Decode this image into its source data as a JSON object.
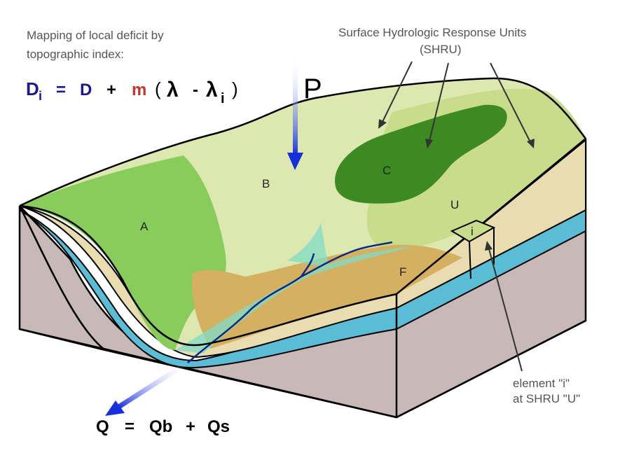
{
  "caption_left": {
    "line1": "Mapping of local deficit by",
    "line2": "topographic index:"
  },
  "caption_right": {
    "line1": "Surface Hydrologic Response Units",
    "line2": "(SHRU)"
  },
  "equation_top": {
    "D": "D",
    "sub_i": "i",
    "eq": "=",
    "D2": "D",
    "plus": "+",
    "m": "m",
    "open_paren": "(",
    "lambda1": "λ",
    "minus": "-",
    "lambda2": "λ",
    "sub_i2": "i",
    "close_paren": ")"
  },
  "precip_label": "P",
  "region_labels": {
    "A": "A",
    "B": "B",
    "C": "C",
    "U": "U",
    "F": "F",
    "i": "i"
  },
  "element_caption": {
    "line1": "element \"i\"",
    "line2": "at SHRU \"U\""
  },
  "equation_bottom": {
    "Q": "Q",
    "eq": "=",
    "Qb": "Qb",
    "plus": "+",
    "Qs": "Qs"
  },
  "colors": {
    "equation_blue": "#1a1a8c",
    "equation_red": "#c0392b",
    "arrow_blue": "#1530d8",
    "soil_brown": "#c8b8b8",
    "aquifer_blue": "#5bbcd6",
    "sand": "#e8dcb0",
    "zone_a": "#88cc5c",
    "zone_b": "#dde8b0",
    "zone_c": "#3e8a22",
    "zone_u": "#c8dc8c",
    "zone_f": "#d4b060",
    "riparian": "#80dcc8",
    "stream": "#0c2a80"
  }
}
